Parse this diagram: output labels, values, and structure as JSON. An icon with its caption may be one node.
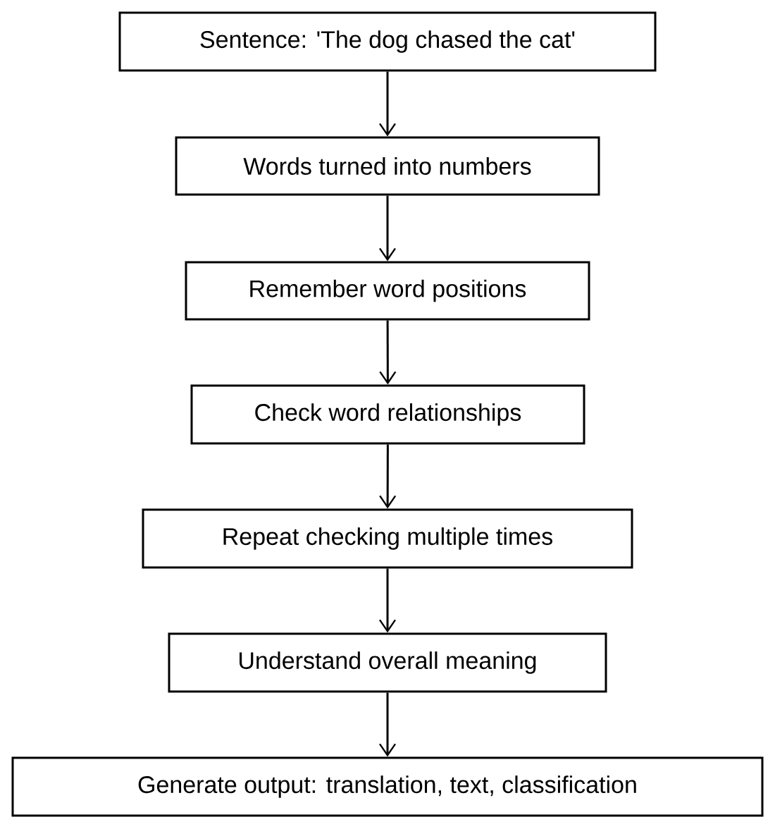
{
  "diagram": {
    "nodes": [
      {
        "text": [
          "Sentence: 'The dog chased the cat'"
        ]
      },
      {
        "text": [
          "Words turned into numbers"
        ]
      },
      {
        "text": [
          "Remember word positions"
        ]
      },
      {
        "text": [
          "Check word relationships"
        ]
      },
      {
        "text": [
          "Repeat checking multiple times"
        ]
      },
      {
        "text": [
          "Understand overall meaning"
        ]
      },
      {
        "text": [
          "Generate output: translation, text, classification"
        ]
      }
    ],
    "edges": [
      {
        "from": 0,
        "to": 1,
        "arrow": "to"
      },
      {
        "from": 1,
        "to": 2,
        "arrow": "to"
      },
      {
        "from": 2,
        "to": 3,
        "arrow": "to"
      },
      {
        "from": 3,
        "to": 4,
        "arrow": "to"
      },
      {
        "from": 4,
        "to": 5,
        "arrow": "to"
      },
      {
        "from": 5,
        "to": 6,
        "arrow": "to"
      }
    ]
  }
}
